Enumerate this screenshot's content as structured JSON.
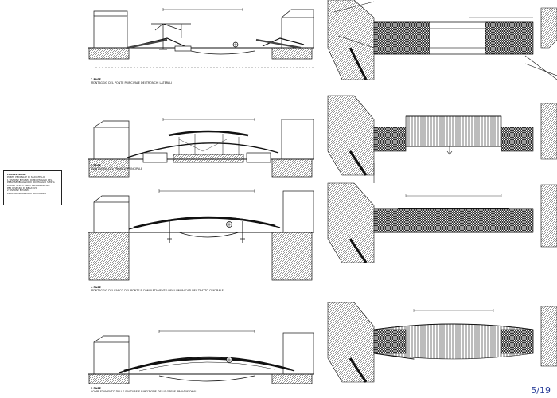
{
  "page": {
    "number": "5/19"
  },
  "legend": {
    "title": "PROGRESSIONE",
    "line1": "PONTE PEDONALE DI SCAVATELLO",
    "line2": "1 SEZIONE E PIANTA DI MONTAGGIO DEL",
    "line3": "PREASSEMBLAGGIO DI MONTAGGIO SPINTA",
    "line4": "DI VARI STRUTTURALI ALLOGGIAMENTI",
    "line5": "PER DISEGNO DI NEGATIVO",
    "line6": "2 SEZIONE E PIANTA",
    "line7": "PREASSEMBLAGGIO DI MONTAGGIO"
  },
  "phases": [
    {
      "title": "2 FASE",
      "text": "MONTAGGIO DEL PONTE PRINCIPALE DEI TRONCHI LATERALI"
    },
    {
      "title": "3 FASE",
      "text": "MONTAGGIO DEL TRONCO PRINCIPALE"
    },
    {
      "title": "4 FASE",
      "text": "MONTAGGIO DELL'ARCO DEL PONTE E COMPLETAMENTO DEGLI IMPALCATI NEL TRATTO CENTRALE"
    },
    {
      "title": "5 FASE",
      "text": "COMPLETAMENTO DELLE FINITURE E RIMOZIONE DELLE OPERE PROVVISIONALI"
    }
  ]
}
